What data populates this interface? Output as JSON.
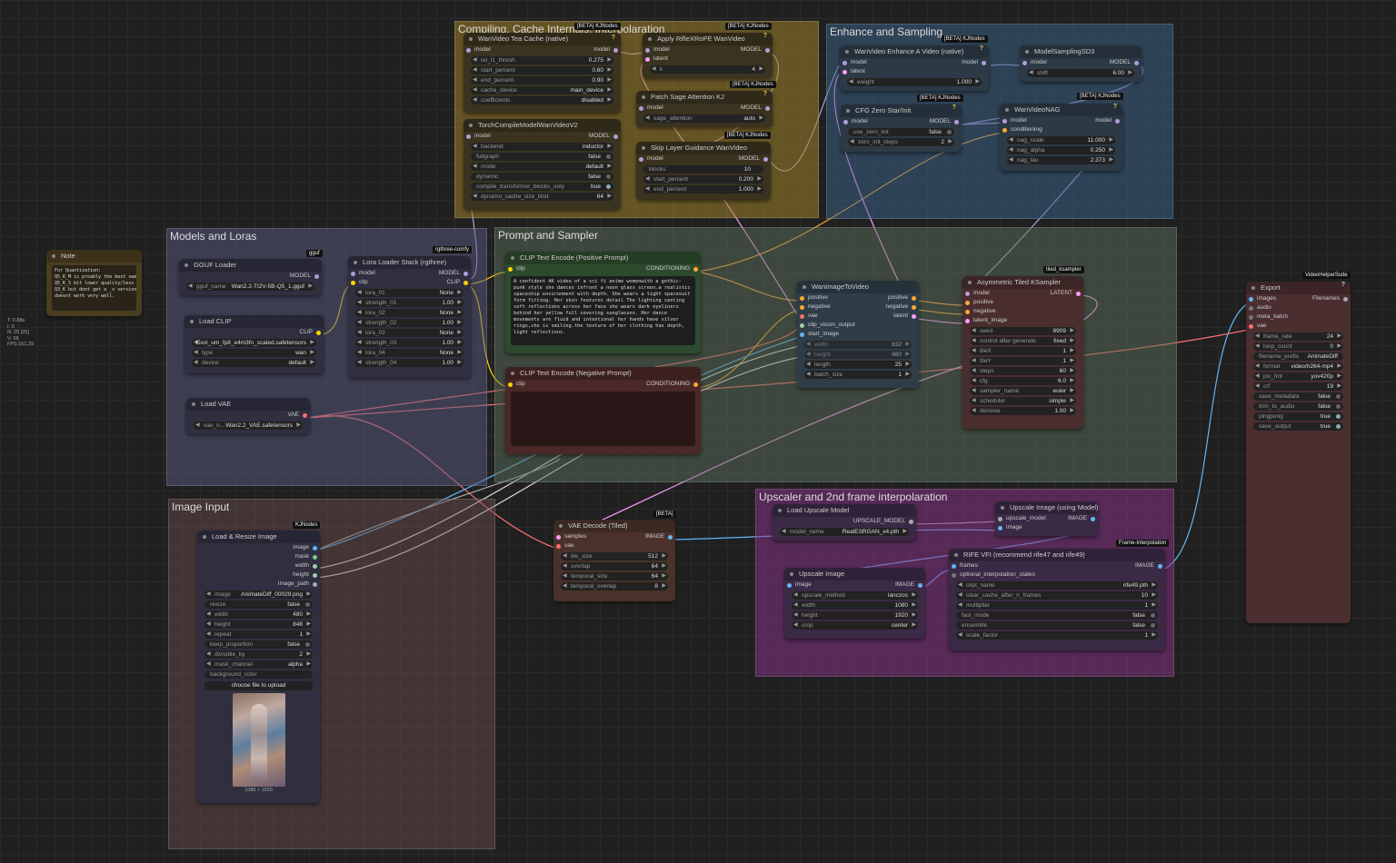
{
  "colors": {
    "model": "#b39ddb",
    "clip": "#ffd500",
    "vae": "#ff6e6e",
    "conditioning": "#ffa931",
    "latent": "#ff9cf9",
    "image": "#64b5f6",
    "int": "#29699c"
  },
  "groups": {
    "compiling": "Compiling, Cache Internals, Interpolaration",
    "enhance": "Enhance and Sampling",
    "models": "Models and Loras",
    "prompt": "Prompt and Sampler",
    "image_input": "Image Input",
    "upscaler": "Upscaler and 2nd frame interpolaration"
  },
  "badges": {
    "kj1": "[BETA] KJNodes",
    "kj2": "[BETA] KJNodes",
    "kj3": "[BETA] KJNodes",
    "kj4": "[BETA] KJNodes",
    "kj5": "[BETA] KJNodes",
    "kj6": "[BETA] KJNodes",
    "kj7": "[BETA] KJNodes",
    "gguf": "gguf",
    "rgthree": "rgthree-comfy",
    "kjnodes": "KJNodes",
    "beta": "[BETA]",
    "tiled": "tiled_ksampler",
    "vhs": "VideoHelperSuite",
    "fi": "Frame-Interpolation"
  },
  "nodes": {
    "teacache": {
      "title": "WanVideo Tea Cache (native)",
      "in_model": "model",
      "out_model": "model",
      "widgets": [
        [
          "rel_l1_thresh",
          "0.275"
        ],
        [
          "start_percent",
          "0.60"
        ],
        [
          "end_percent",
          "0.90"
        ],
        [
          "cache_device",
          "main_device"
        ],
        [
          "coefficients",
          "disabled"
        ]
      ]
    },
    "torchcompile": {
      "title": "TorchCompileModelWanVideoV2",
      "in_model": "model",
      "out_model": "MODEL",
      "widgets": [
        [
          "backend",
          "inductor"
        ],
        [
          "fullgraph",
          "false"
        ],
        [
          "mode",
          "default"
        ],
        [
          "dynamic",
          "false"
        ],
        [
          "compile_transformer_blocks_only",
          "true"
        ],
        [
          "dynamo_cache_size_limit",
          "64"
        ]
      ]
    },
    "rifle": {
      "title": "Apply RifleXRoPE WanVideo",
      "in_model": "model",
      "in_latent": "latent",
      "out_model": "MODEL",
      "widgets": [
        [
          "k",
          "4"
        ]
      ]
    },
    "sage": {
      "title": "Patch Sage Attention KJ",
      "in_model": "model",
      "out_model": "MODEL",
      "widgets": [
        [
          "sage_attention",
          "auto"
        ]
      ]
    },
    "slg": {
      "title": "Skip Layer Guidance WanVideo",
      "in_model": "model",
      "out_model": "MODEL",
      "widgets": [
        [
          "blocks",
          "10"
        ],
        [
          "start_percent",
          "0.200"
        ],
        [
          "end_percent",
          "1.000"
        ]
      ]
    },
    "enhance": {
      "title": "WanVideo Enhance A Video (native)",
      "in_model": "model",
      "in_latent": "latent",
      "out_model": "model",
      "widgets": [
        [
          "weight",
          "1.000"
        ]
      ]
    },
    "msd3": {
      "title": "ModelSamplingSD3",
      "in_model": "model",
      "out_model": "MODEL",
      "widgets": [
        [
          "shift",
          "6.00"
        ]
      ]
    },
    "cfgzero": {
      "title": "CFG Zero Star/Init",
      "in_model": "model",
      "out_model": "MODEL",
      "widgets": [
        [
          "use_zero_init",
          "false"
        ],
        [
          "zero_init_steps",
          "2"
        ]
      ]
    },
    "nag": {
      "title": "WanVideoNAG",
      "in_model": "model",
      "in_cond": "conditioning",
      "out_model": "model",
      "widgets": [
        [
          "nag_scale",
          "11.000"
        ],
        [
          "nag_alpha",
          "0.250"
        ],
        [
          "nag_tau",
          "2.373"
        ]
      ]
    },
    "note": {
      "title": "Note",
      "text": "For Quantization:\nQ5_K_M is proably the best sweet\nQ5_K_S bit lower quality/less vram.\nQ3_K but dont get a _s version it\ndoesnt work very well."
    },
    "gguf": {
      "title": "GGUF Loader",
      "out": "MODEL",
      "widgets": [
        [
          "gguf_name",
          "Wan2.2-TI2V-5B-Q5_1.gguf"
        ]
      ]
    },
    "lora": {
      "title": "Lora Loader Stack (rgthree)",
      "in_model": "model",
      "in_clip": "clip",
      "out_model": "MODEL",
      "out_clip": "CLIP",
      "widgets": [
        [
          "lora_01",
          "None"
        ],
        [
          "strength_01",
          "1.00"
        ],
        [
          "lora_02",
          "None"
        ],
        [
          "strength_02",
          "1.00"
        ],
        [
          "lora_03",
          "None"
        ],
        [
          "strength_03",
          "1.00"
        ],
        [
          "lora_04",
          "None"
        ],
        [
          "strength_04",
          "1.00"
        ]
      ]
    },
    "clip": {
      "title": "Load CLIP",
      "out": "CLIP",
      "widgets": [
        [
          "",
          "t5xxl_um_fp8_e4m3fn_scaled.safetensors"
        ],
        [
          "type",
          "wan"
        ],
        [
          "device",
          "default"
        ]
      ]
    },
    "vae": {
      "title": "Load VAE",
      "out": "VAE",
      "widgets": [
        [
          "vae_n...",
          "Wan2.2_VAE.safetensors"
        ]
      ]
    },
    "pos": {
      "title": "CLIP Text Encode (Positive Prompt)",
      "in": "clip",
      "out": "CONDITIONING",
      "text": "A confident 4K video of a sci fi anime womenwith a gothic-punk style she dances infront a neon glass screen.a realistic spaceship environment with depth. She wears a tight spacesuit form fitting. Her skin features detail  The lighting casting soft reflections across her face she wears dark eyeliners behind her yellow full covering sunglasses. Her dance movements are fluid and intentional her hands have silver rings,she is smiling.the texture of her clothing has depth, light reflections."
    },
    "neg": {
      "title": "CLIP Text Encode (Negative Prompt)",
      "in": "clip",
      "out": "CONDITIONING"
    },
    "wani2v": {
      "title": "WanImageToVideo",
      "ios": [
        [
          "positive",
          "positive"
        ],
        [
          "negative",
          "negative"
        ],
        [
          "vae",
          "latent"
        ],
        [
          "clip_vision_output",
          ""
        ],
        [
          "start_image",
          ""
        ]
      ],
      "widgets": [
        [
          "width",
          "832"
        ],
        [
          "height",
          "480"
        ],
        [
          "length",
          "25"
        ],
        [
          "batch_size",
          "1"
        ]
      ]
    },
    "ksampler": {
      "title": "Asymmetric Tiled KSampler",
      "ins": [
        "model",
        "positive",
        "negative",
        "latent_image"
      ],
      "out": "LATENT",
      "widgets": [
        [
          "seed",
          "8909"
        ],
        [
          "control after generate",
          "fixed"
        ],
        [
          "tileX",
          "1"
        ],
        [
          "tileY",
          "1"
        ],
        [
          "steps",
          "60"
        ],
        [
          "cfg",
          "6.0"
        ],
        [
          "sampler_name",
          "euler"
        ],
        [
          "scheduler",
          "simple"
        ],
        [
          "denoise",
          "1.00"
        ]
      ]
    },
    "export": {
      "title": "Export",
      "ins": [
        "images",
        "audio",
        "meta_batch",
        "vae"
      ],
      "out": "Filenames",
      "widgets": [
        [
          "frame_rate",
          "24"
        ],
        [
          "loop_count",
          "0"
        ],
        [
          "filename_prefix",
          "AnimateDiff"
        ],
        [
          "format",
          "video/h264-mp4"
        ],
        [
          "pix_fmt",
          "yuv420p"
        ],
        [
          "crf",
          "19"
        ]
      ],
      "toggles": [
        [
          "save_metadata",
          "false"
        ],
        [
          "trim_to_audio",
          "false"
        ],
        [
          "pingpong",
          "true"
        ],
        [
          "save_output",
          "true"
        ]
      ]
    },
    "loadimg": {
      "title": "Load & Resize Image",
      "outs": [
        "image",
        "mask",
        "width",
        "height",
        "image_path"
      ],
      "widgets": [
        [
          "image",
          "AnimateDiff_00029.png"
        ],
        [
          "width",
          "480"
        ],
        [
          "height",
          "848"
        ],
        [
          "repeat",
          "1"
        ],
        [
          "divisible_by",
          "2"
        ],
        [
          "mask_channel",
          "alpha"
        ]
      ],
      "toggles_a": [
        [
          "resize",
          "false"
        ]
      ],
      "toggles_b": [
        [
          "keep_proportion",
          "false"
        ]
      ],
      "bg": "background_color",
      "upload": "choose file to upload",
      "caption": "1088 × 1920"
    },
    "vaedecode": {
      "title": "VAE Decode (Tiled)",
      "ins": [
        "samples",
        "vae"
      ],
      "out": "IMAGE",
      "widgets": [
        [
          "tile_size",
          "512"
        ],
        [
          "overlap",
          "64"
        ],
        [
          "temporal_size",
          "64"
        ],
        [
          "temporal_overlap",
          "8"
        ]
      ]
    },
    "loadup": {
      "title": "Load Upscale Model",
      "out": "UPSCALE_MODEL",
      "widgets": [
        [
          "model_name",
          "RealESRGAN_x4.pth"
        ]
      ]
    },
    "upimgmodel": {
      "title": "Upscale Image (using Model)",
      "ins": [
        "upscale_model",
        "image"
      ],
      "out": "IMAGE"
    },
    "upimg": {
      "title": "Upscale Image",
      "in": "image",
      "out": "IMAGE",
      "widgets": [
        [
          "upscale_method",
          "lanczos"
        ],
        [
          "width",
          "1080"
        ],
        [
          "height",
          "1920"
        ],
        [
          "crop",
          "center"
        ]
      ]
    },
    "rife": {
      "title": "RIFE VFI (recommend rife47 and rife49)",
      "ins": [
        "frames",
        "optional_interpolation_states"
      ],
      "out": "IMAGE",
      "widgets": [
        [
          "ckpt_name",
          "rife49.pth"
        ],
        [
          "clear_cache_after_n_frames",
          "10"
        ],
        [
          "multiplier",
          "1"
        ],
        [
          "scale_factor",
          "1"
        ]
      ],
      "toggles": [
        [
          "fast_mode",
          "false"
        ],
        [
          "ensemble",
          "false"
        ]
      ]
    }
  },
  "stats": "T: 0.88s\nI: 0\nN: 25 [25]\nV: 56\nFPS:161.29"
}
